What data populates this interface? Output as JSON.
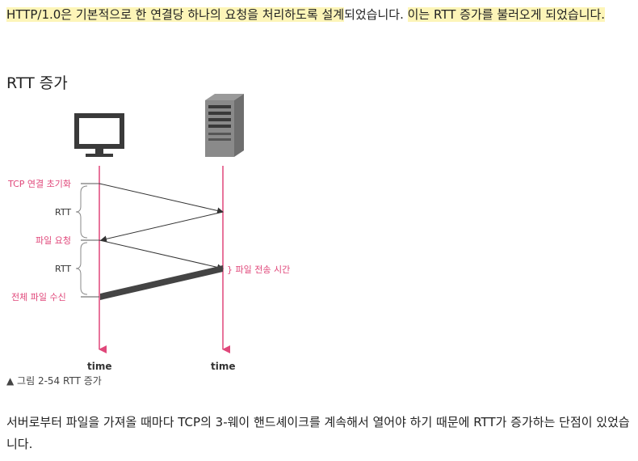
{
  "intro": {
    "part1": "HTTP/1.0은 기본적으로 한 연결당 하나의 요청을 처리하도록 설계",
    "part2": "되었습니다. ",
    "part3": "이는 RTT 증가를 불러오게 되었습니다."
  },
  "section_title": "RTT 증가",
  "diagram": {
    "labels": {
      "tcp_init": "TCP 연결 초기화",
      "rtt1": "RTT",
      "file_request": "파일 요청",
      "rtt2": "RTT",
      "full_receive": "전체 파일 수신",
      "transfer_time": "} 파일 전송 시간",
      "time_left": "time",
      "time_right": "time"
    },
    "colors": {
      "timeline": "#e0477a",
      "label": "#e0477a",
      "arrow": "#333333"
    }
  },
  "caption": "▲ 그림 2-54 RTT 증가",
  "conclusion": "서버로부터 파일을 가져올 때마다 TCP의 3-웨이 핸드셰이크를 계속해서 열어야 하기 때문에 RTT가 증가하는 단점이 있었습니다."
}
